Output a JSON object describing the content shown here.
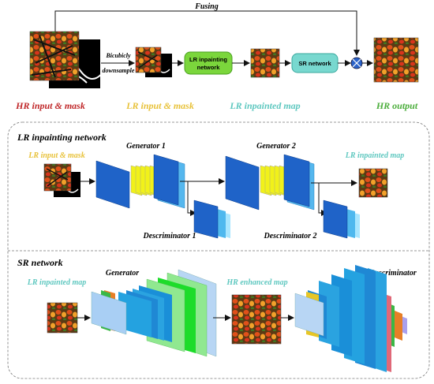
{
  "top": {
    "fusing": "Fusing",
    "downsample_line1": "Bicubicly",
    "downsample_line2": "downsample",
    "lr_net_line1": "LR inpainting",
    "lr_net_line2": "network",
    "sr_net": "SR network",
    "hr_input": "HR input & mask",
    "lr_input": "LR input & mask",
    "lr_map": "LR inpainted map",
    "hr_output": "HR output"
  },
  "lr_panel": {
    "title": "LR inpainting network",
    "input": "LR input & mask",
    "gen1": "Generator 1",
    "gen2": "Generator 2",
    "disc1": "Descriminator 1",
    "disc2": "Descriminator 2",
    "output": "LR inpainted map"
  },
  "sr_panel": {
    "title": "SR network",
    "input": "LR inpainted map",
    "generator": "Generator",
    "enhanced": "HR enhanced map",
    "discriminator": "Descriminator"
  },
  "colors": {
    "red_label": "#c0282a",
    "yellow_label": "#e8c23a",
    "teal_label": "#5fc8c0",
    "green_label": "#4cae3c",
    "lr_box": "#7bd63c",
    "sr_box": "#78d8cf",
    "fuse_node": "#2a62c9"
  }
}
